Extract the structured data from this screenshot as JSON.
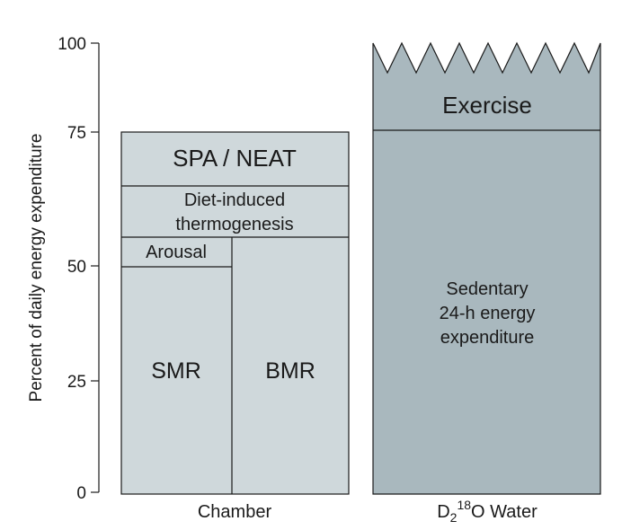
{
  "chart_data": {
    "type": "bar",
    "ylabel": "Percent of daily energy expenditure",
    "yticks": [
      "0",
      "25",
      "50",
      "75",
      "100"
    ],
    "ylim": [
      0,
      100
    ],
    "categories": [
      "Chamber",
      "D218O Water"
    ],
    "bars": [
      {
        "name": "Chamber",
        "segments": [
          {
            "label": "SMR",
            "from": 0,
            "to": 49.4
          },
          {
            "label": "Arousal",
            "from": 49.4,
            "to": 55.0
          },
          {
            "label": "BMR",
            "from": 0,
            "to": 55.0
          },
          {
            "label": "Diet-induced thermogenesis",
            "from": 55.0,
            "to": 64.8
          },
          {
            "label": "SPA / NEAT",
            "from": 64.8,
            "to": 75.6
          }
        ]
      },
      {
        "name": "D218O Water",
        "segments": [
          {
            "label": "Sedentary 24-h energy expenditure",
            "from": 0,
            "to": 75.6
          },
          {
            "label": "Exercise",
            "from": 75.6,
            "to": 100
          }
        ]
      }
    ]
  },
  "labels": {
    "ylabel": "Percent of daily energy expenditure",
    "tick_0": "0",
    "tick_25": "25",
    "tick_50": "50",
    "tick_75": "75",
    "tick_100": "100",
    "spa": "SPA / NEAT",
    "dit_line1": "Diet-induced",
    "dit_line2": "thermogenesis",
    "arousal": "Arousal",
    "smr": "SMR",
    "bmr": "BMR",
    "exercise": "Exercise",
    "sed_line1": "Sedentary",
    "sed_line2": "24-h energy",
    "sed_line3": "expenditure",
    "chamber": "Chamber",
    "d2o_d": "D",
    "d2o_sub": "2",
    "d2o_sup": "18",
    "d2o_rest": "O Water"
  },
  "colors": {
    "chamber_fill": "#cfd8db",
    "water_fill": "#a9b8be",
    "ink": "#1a1a1a"
  }
}
